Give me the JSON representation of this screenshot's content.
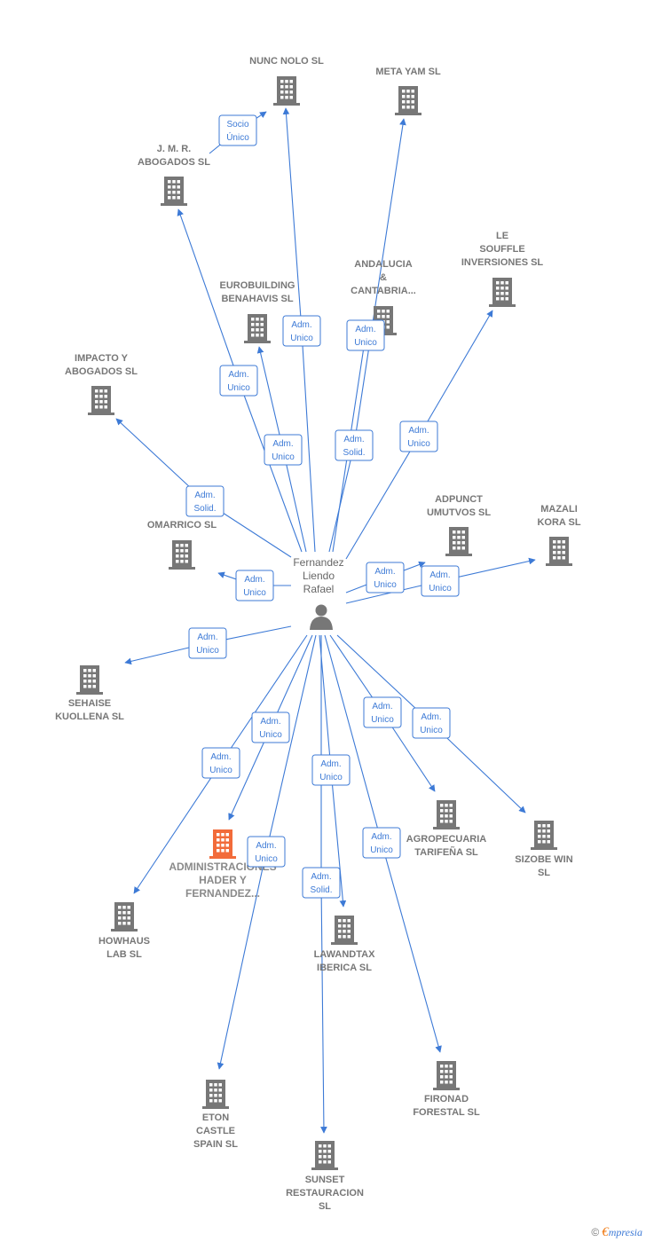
{
  "colors": {
    "edge": "#3d7ad6",
    "company": "#777777",
    "highlight": "#f26b3a",
    "person": "#777777"
  },
  "person": {
    "name_lines": [
      "Fernandez",
      "Liendo",
      "Rafael"
    ],
    "icon": "person-icon"
  },
  "companies": [
    {
      "id": "nunc",
      "lines": [
        "NUNC NOLO SL"
      ]
    },
    {
      "id": "metayam",
      "lines": [
        "META YAM  SL"
      ]
    },
    {
      "id": "jmr",
      "lines": [
        "J.  M.  R.",
        "ABOGADOS SL"
      ]
    },
    {
      "id": "lesouffle",
      "lines": [
        "LE",
        "SOUFFLE",
        "INVERSIONES SL"
      ]
    },
    {
      "id": "andalucia",
      "lines": [
        "ANDALUCIA",
        "&",
        "CANTABRIA..."
      ]
    },
    {
      "id": "eurobuilding",
      "lines": [
        "EUROBUILDING",
        "BENAHAVIS  SL"
      ]
    },
    {
      "id": "impacto",
      "lines": [
        "IMPACTO Y",
        "ABOGADOS SL"
      ]
    },
    {
      "id": "omarrico",
      "lines": [
        "OMARRICO  SL"
      ]
    },
    {
      "id": "adpunct",
      "lines": [
        "ADPUNCT",
        "UMUTVOS  SL"
      ]
    },
    {
      "id": "mazali",
      "lines": [
        "MAZALI",
        "KORA  SL"
      ]
    },
    {
      "id": "sehaise",
      "lines": [
        "SEHAISE",
        "KUOLLENA  SL"
      ]
    },
    {
      "id": "agropecuaria",
      "lines": [
        "AGROPECUARIA",
        "TARIFEÑA  SL"
      ]
    },
    {
      "id": "sizobe",
      "lines": [
        "SIZOBE WIN",
        "SL"
      ]
    },
    {
      "id": "administraciones",
      "lines": [
        "ADMINISTRACIONES",
        "HADER Y",
        "FERNANDEZ..."
      ],
      "highlight": true
    },
    {
      "id": "howhaus",
      "lines": [
        "HOWHAUS",
        "LAB  SL"
      ]
    },
    {
      "id": "lawandtax",
      "lines": [
        "LAWANDTAX",
        "IBERICA  SL"
      ]
    },
    {
      "id": "eton",
      "lines": [
        "ETON",
        "CASTLE",
        "SPAIN  SL"
      ]
    },
    {
      "id": "fironad",
      "lines": [
        "FIRONAD",
        "FORESTAL  SL"
      ]
    },
    {
      "id": "sunset",
      "lines": [
        "SUNSET",
        "RESTAURACION",
        "SL"
      ]
    }
  ],
  "relations": [
    {
      "to": "nunc",
      "role": [
        "Adm.",
        "Unico"
      ]
    },
    {
      "to": "metayam",
      "role": [
        "Adm.",
        "Solid."
      ]
    },
    {
      "to": "jmr",
      "role": [
        "Adm.",
        "Unico"
      ]
    },
    {
      "to": "lesouffle",
      "role": [
        "Adm.",
        "Unico"
      ]
    },
    {
      "to": "andalucia",
      "role": [
        "Adm.",
        "Unico"
      ]
    },
    {
      "to": "eurobuilding",
      "role": [
        "Adm.",
        "Unico"
      ]
    },
    {
      "to": "impacto",
      "role": [
        "Adm.",
        "Solid."
      ]
    },
    {
      "to": "omarrico",
      "role": [
        "Adm.",
        "Unico"
      ]
    },
    {
      "to": "adpunct",
      "role": [
        "Adm.",
        "Unico"
      ]
    },
    {
      "to": "mazali",
      "role": [
        "Adm.",
        "Unico"
      ]
    },
    {
      "to": "sehaise",
      "role": [
        "Adm.",
        "Unico"
      ]
    },
    {
      "to": "agropecuaria",
      "role": [
        "Adm.",
        "Unico"
      ]
    },
    {
      "to": "sizobe",
      "role": [
        "Adm.",
        "Unico"
      ]
    },
    {
      "to": "administraciones",
      "role": [
        "Adm.",
        "Unico"
      ]
    },
    {
      "to": "howhaus",
      "role": [
        "Adm.",
        "Unico"
      ]
    },
    {
      "to": "lawandtax",
      "role": [
        "Adm.",
        "Unico"
      ]
    },
    {
      "to": "eton",
      "role": [
        "Adm.",
        "Unico"
      ]
    },
    {
      "to": "fironad",
      "role": [
        "Adm.",
        "Unico"
      ]
    },
    {
      "to": "sunset",
      "role": [
        "Adm.",
        "Solid."
      ]
    },
    {
      "from": "jmr",
      "to": "nunc",
      "role": [
        "Socio",
        "Único"
      ]
    }
  ],
  "footer": {
    "copyright": "©",
    "brand_first": "€",
    "brand_rest": "mpresia"
  }
}
